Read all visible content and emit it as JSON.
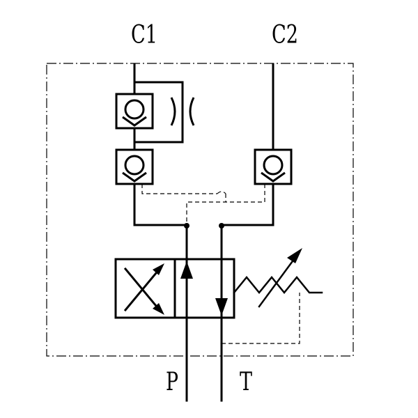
{
  "ports": {
    "c1": "C1",
    "c2": "C2",
    "p": "P",
    "t": "T"
  },
  "colors": {
    "line": "#000000",
    "background": "#ffffff"
  },
  "symbols": {
    "check_valves": [
      "check-valve-c1-upper",
      "check-valve-c1-lower",
      "check-valve-c2"
    ],
    "throttle": "orifice-symbol",
    "directional_valve": "two-position-directional-valve",
    "spring": "adjustable-spring-icon"
  }
}
